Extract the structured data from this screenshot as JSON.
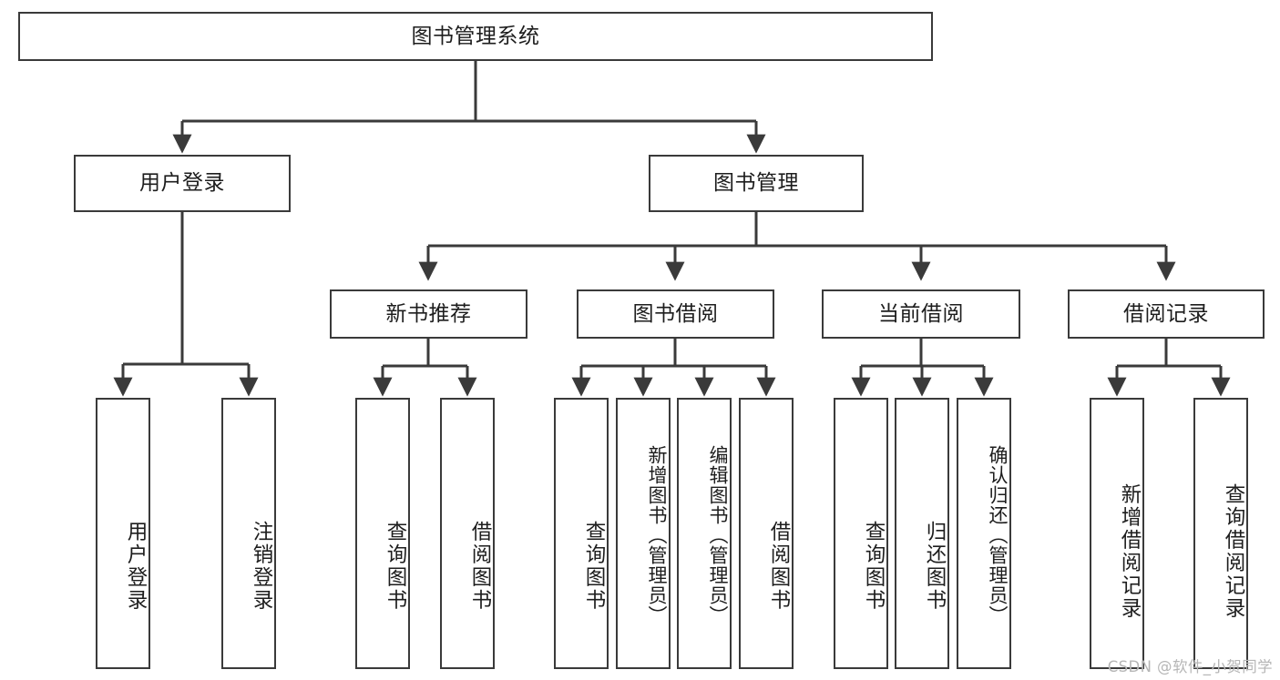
{
  "diagram": {
    "title": "图书管理系统",
    "type": "functional-structure-tree",
    "watermark": "CSDN @软件_小贺同学",
    "colors": {
      "node_border": "#3a3a3a",
      "node_fill": "#ffffff",
      "connector": "#3a3a3a",
      "text": "#1d1d1d",
      "watermark": "#b6b6b6",
      "background": "#ffffff"
    }
  },
  "nodes": {
    "root": {
      "label": "图书管理系统",
      "level": 1
    },
    "level2": [
      {
        "id": "user-login",
        "label": "用户登录"
      },
      {
        "id": "book-management",
        "label": "图书管理"
      }
    ],
    "level3": [
      {
        "id": "new-book-recommend",
        "label": "新书推荐",
        "parent": "book-management"
      },
      {
        "id": "book-borrow",
        "label": "图书借阅",
        "parent": "book-management"
      },
      {
        "id": "current-borrow",
        "label": "当前借阅",
        "parent": "book-management"
      },
      {
        "id": "borrow-record",
        "label": "借阅记录",
        "parent": "book-management"
      }
    ],
    "leaves": [
      {
        "id": "leaf-user-login",
        "label": "用户登录",
        "parent": "user-login"
      },
      {
        "id": "leaf-logout-login",
        "label": "注销登录",
        "parent": "user-login"
      },
      {
        "id": "leaf-query-book-1",
        "label": "查询图书",
        "parent": "new-book-recommend"
      },
      {
        "id": "leaf-borrow-book-1",
        "label": "借阅图书",
        "parent": "new-book-recommend"
      },
      {
        "id": "leaf-query-book-2",
        "label": "查询图书",
        "parent": "book-borrow"
      },
      {
        "id": "leaf-add-book",
        "label": "新增图书（管理员）",
        "parent": "book-borrow"
      },
      {
        "id": "leaf-edit-book",
        "label": "编辑图书（管理员）",
        "parent": "book-borrow"
      },
      {
        "id": "leaf-borrow-book-2",
        "label": "借阅图书",
        "parent": "book-borrow"
      },
      {
        "id": "leaf-query-book-3",
        "label": "查询图书",
        "parent": "current-borrow"
      },
      {
        "id": "leaf-return-book",
        "label": "归还图书",
        "parent": "current-borrow"
      },
      {
        "id": "leaf-confirm-return",
        "label": "确认归还（管理员）",
        "parent": "current-borrow"
      },
      {
        "id": "leaf-add-record",
        "label": "新增借阅记录",
        "parent": "borrow-record"
      },
      {
        "id": "leaf-query-record",
        "label": "查询借阅记录",
        "parent": "borrow-record"
      }
    ]
  }
}
